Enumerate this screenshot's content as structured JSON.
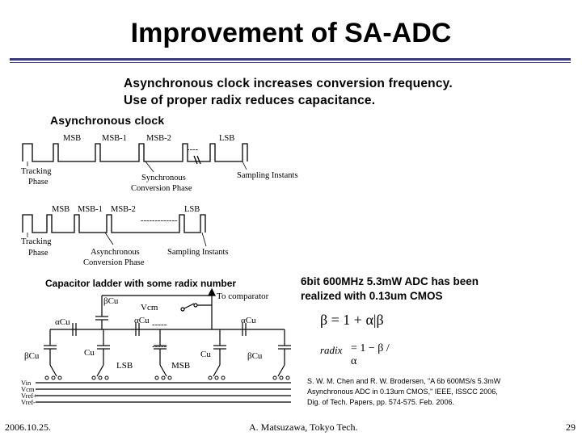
{
  "slide": {
    "title": "Improvement of SA-ADC",
    "bullets": [
      "Asynchronous clock increases conversion frequency.",
      "Use of proper radix reduces capacitance."
    ],
    "section_label": "Asynchronous clock",
    "timing_sync": {
      "labels": [
        "MSB",
        "MSB-1",
        "MSB-2",
        "----",
        "LSB"
      ],
      "tracking": "Tracking",
      "phase": "Phase",
      "phase_name_1": "Synchronous",
      "phase_name_2": "Conversion Phase",
      "sampling": "Sampling Instants"
    },
    "timing_async": {
      "labels": [
        "MSB",
        "MSB-1",
        "MSB-2",
        "-------------",
        "LSB"
      ],
      "tracking": "Tracking",
      "phase": "Phase",
      "phase_name_1": "Asynchronous",
      "phase_name_2": "Conversion Phase",
      "sampling": "Sampling Instants"
    },
    "circuit": {
      "caption": "Capacitor ladder with some radix number",
      "beta_cu_top": "βCu",
      "vcm": "Vcm",
      "to_comparator": "To comparator",
      "alpha_cu_left": "αCu",
      "alpha_cu_mid": "αCu",
      "alpha_cu_right": "αCu",
      "dashes_1": "-----",
      "dashes_2": "-----",
      "beta_cu_left": "βCu",
      "cu_left": "Cu",
      "cu_right": "Cu",
      "beta_cu_right": "βCu",
      "lsb": "LSB",
      "msb": "MSB",
      "vin": "Vin",
      "vcm2": "Vcm",
      "vref_p": "Vref+",
      "vref_m": "Vref-"
    },
    "result": {
      "line1": "6bit 600MHz  5.3mW ADC has been",
      "line2": "realized with 0.13um CMOS"
    },
    "formula": {
      "beta": "β = 1 + α|β",
      "radix_label": "radix",
      "radix_expr": "= 1 − β / α"
    },
    "citation": [
      "S. W. M. Chen and R. W. Brodersen, \"A 6b 600MS/s 5.3mW",
      "Asynchronous ADC in 0.13um CMOS,\" IEEE, ISSCC 2006,",
      "Dig. of Tech. Papers, pp. 574-575. Feb. 2006."
    ],
    "footer": {
      "date": "2006.10.25.",
      "author": "A. Matsuzawa, Tokyo Tech.",
      "page": "29"
    }
  }
}
